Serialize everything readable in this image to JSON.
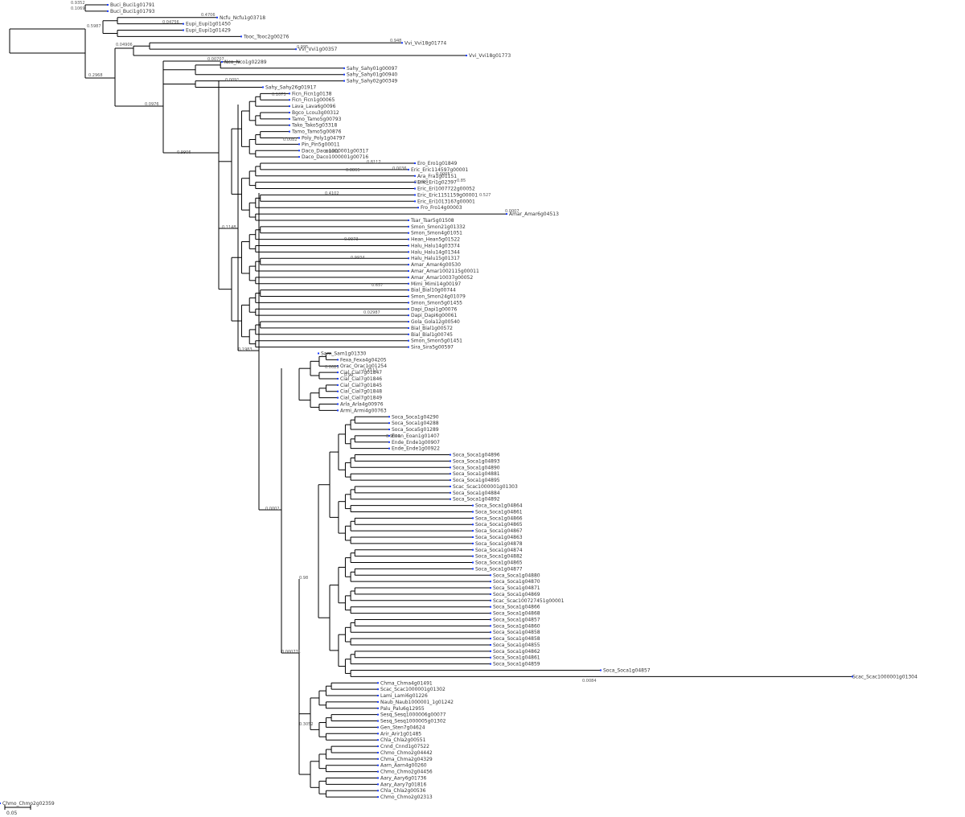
{
  "tree": {
    "scale_bar_label": "0.05",
    "colors": {
      "branch": "#000000",
      "tip_marker": "#1a3cff",
      "label": "#333333"
    },
    "tips": [
      "Buci_Buci1g01791",
      "Buci_Buci1g01793",
      "Ncfu_Ncfu1g03718",
      "Eupi_Eupi1g01450",
      "Eupi_Eupi1g01429",
      "Tooc_Tooc2g00276",
      "Vvi_Vvi18g01774",
      "Vvi_Vvi1g00357",
      "Vvi_Vvi18g01773",
      "Nco_Nco1g02289",
      "Sahy_Sahy01g00097",
      "Sahy_Sahy01g00940",
      "Sahy_Sahy02g00349",
      "Sahy_Sahy26g01917",
      "Ficn_Ficn1g0138",
      "Ficn_Ficn1g00065",
      "Lava_Lava6g0096",
      "Bgco_Lcou3g00312",
      "Tamo_Tamo5g00793",
      "Tako_Tako5g03318",
      "Tamo_Tamo5g00876",
      "Poly_Poly1g04797",
      "Pin_Pin5g00011",
      "Daco_Daco1000001g00317",
      "Daco_Daco1000001g00716",
      "Ero_Ero1g01849",
      "Eric_Eric114597g00001",
      "Ara_Fra1g01151",
      "Eric_Eri1g02397",
      "Eric_Eri1007722g00052",
      "Eric_Eric1151159g00001",
      "Eric_Eri1013167g00001",
      "Fro_Fro14g00003",
      "Amar_Amar6g04513",
      "Tsar_Tsar5g01508",
      "Smon_Smon21g01332",
      "Smon_Smon4g01051",
      "Hean_Hean5g01522",
      "Halu_Halu14g03374",
      "Halu_Halu14g01344",
      "Halu_Halu15g01317",
      "Amar_Amar4g00530",
      "Amar_Amar1002115g00011",
      "Amar_Amar10037g00052",
      "Mimi_Mimi14g00197",
      "Bial_Bial10g00744",
      "Smon_Smon24g01079",
      "Smon_Smon5g01455",
      "Dapi_Dapi1g00076",
      "Dapi_Dapi6g00061",
      "Gola_Gola12g00540",
      "Bial_Bial1g00572",
      "Bial_Bial1g00745",
      "Smon_Smon5g01451",
      "Sira_Sira5g00597",
      "Sam_Sam1g01330",
      "Fexa_Fexa4g04205",
      "Orac_Orac1g01254",
      "Cial_Cial7g01847",
      "Cial_Cial7g01846",
      "Cial_Cial7g01845",
      "Cial_Cial7g01848",
      "Cial_Cial7g01849",
      "Arla_Arla4g00976",
      "Armi_Armi4g00763",
      "Soca_Soca1g04290",
      "Soca_Soca1g04288",
      "Soca_Soca5g01289",
      "Eoan_Eoan1g01407",
      "Ende_Ende1g00907",
      "Ende_Ende1g00922",
      "Soca_Soca1g04896",
      "Soca_Soca1g04893",
      "Soca_Soca1g04890",
      "Soca_Soca1g04881",
      "Soca_Soca1g04895",
      "Scac_Scac1000001g01303",
      "Soca_Soca1g04884",
      "Soca_Soca1g04892",
      "Soca_Soca1g04864",
      "Soca_Soca1g04861",
      "Soca_Soca1g04866",
      "Soca_Soca1g04865",
      "Soca_Soca1g04867",
      "Soca_Soca1g04863",
      "Soca_Soca1g04878",
      "Soca_Soca1g04874",
      "Soca_Soca1g04882",
      "Soca_Soca1g04865",
      "Soca_Soca1g04877",
      "Soca_Soca1g04880",
      "Soca_Soca1g04870",
      "Soca_Soca1g04871",
      "Soca_Soca1g04869",
      "Scac_Scac100727451g00001",
      "Soca_Soca1g04866",
      "Soca_Soca1g04868",
      "Soca_Soca1g04857",
      "Soca_Soca1g04860",
      "Soca_Soca1g04858",
      "Soca_Soca1g04858",
      "Soca_Soca1g04855",
      "Soca_Soca1g04862",
      "Soca_Soca1g04861",
      "Soca_Soca1g04859",
      "Soca_Soca1g04857",
      "Scac_Scac1000001g01304",
      "Chma_Chma4g01491",
      "Scac_Scac1000001g01302",
      "Lami_Lami6g01226",
      "Naub_Naub1000001_1g01242",
      "Palu_Palu6g12955",
      "Sesq_Sesq1000006g00077",
      "Sesq_Sesq1000005g01302",
      "Gen_Sten7g04624",
      "Arir_Arir1g01485",
      "Chla_Chla2g00551",
      "Cnnd_Cnnd1g07522",
      "Chmo_Chmo2g04442",
      "Chma_Chma2g04329",
      "Aarn_Aarn4g00260",
      "Chmo_Chmo2g04456",
      "Aary_Aary6g01736",
      "Aary_Aary7g01816",
      "Chla_Chla2g00536",
      "Chmo_Chmo2g02313",
      "Chmo_Chmo2g02359"
    ],
    "support_values": [
      "0.9352",
      "0.1069",
      "0.4706",
      "0.04756",
      "0.5987",
      "0.04906",
      "0.00707",
      "0.2968",
      "0.948",
      "0.995",
      "0.0091",
      "0.0976",
      "0.9906",
      "0.1148",
      "0.1983",
      "0.0002",
      "0.000771",
      "0.98",
      "0.3052",
      "0.1073",
      "0.0082",
      "0.0002",
      "0.8865",
      "0.4102",
      "0.8117",
      "0.0036",
      "0.0009",
      "0.0005",
      "0.85",
      "0.527",
      "0.0007",
      "0.9973",
      "0.9934",
      "0.657",
      "0.02987",
      "0.0023",
      "0.99",
      "0.1112",
      "0.9896",
      "0.0084"
    ]
  }
}
